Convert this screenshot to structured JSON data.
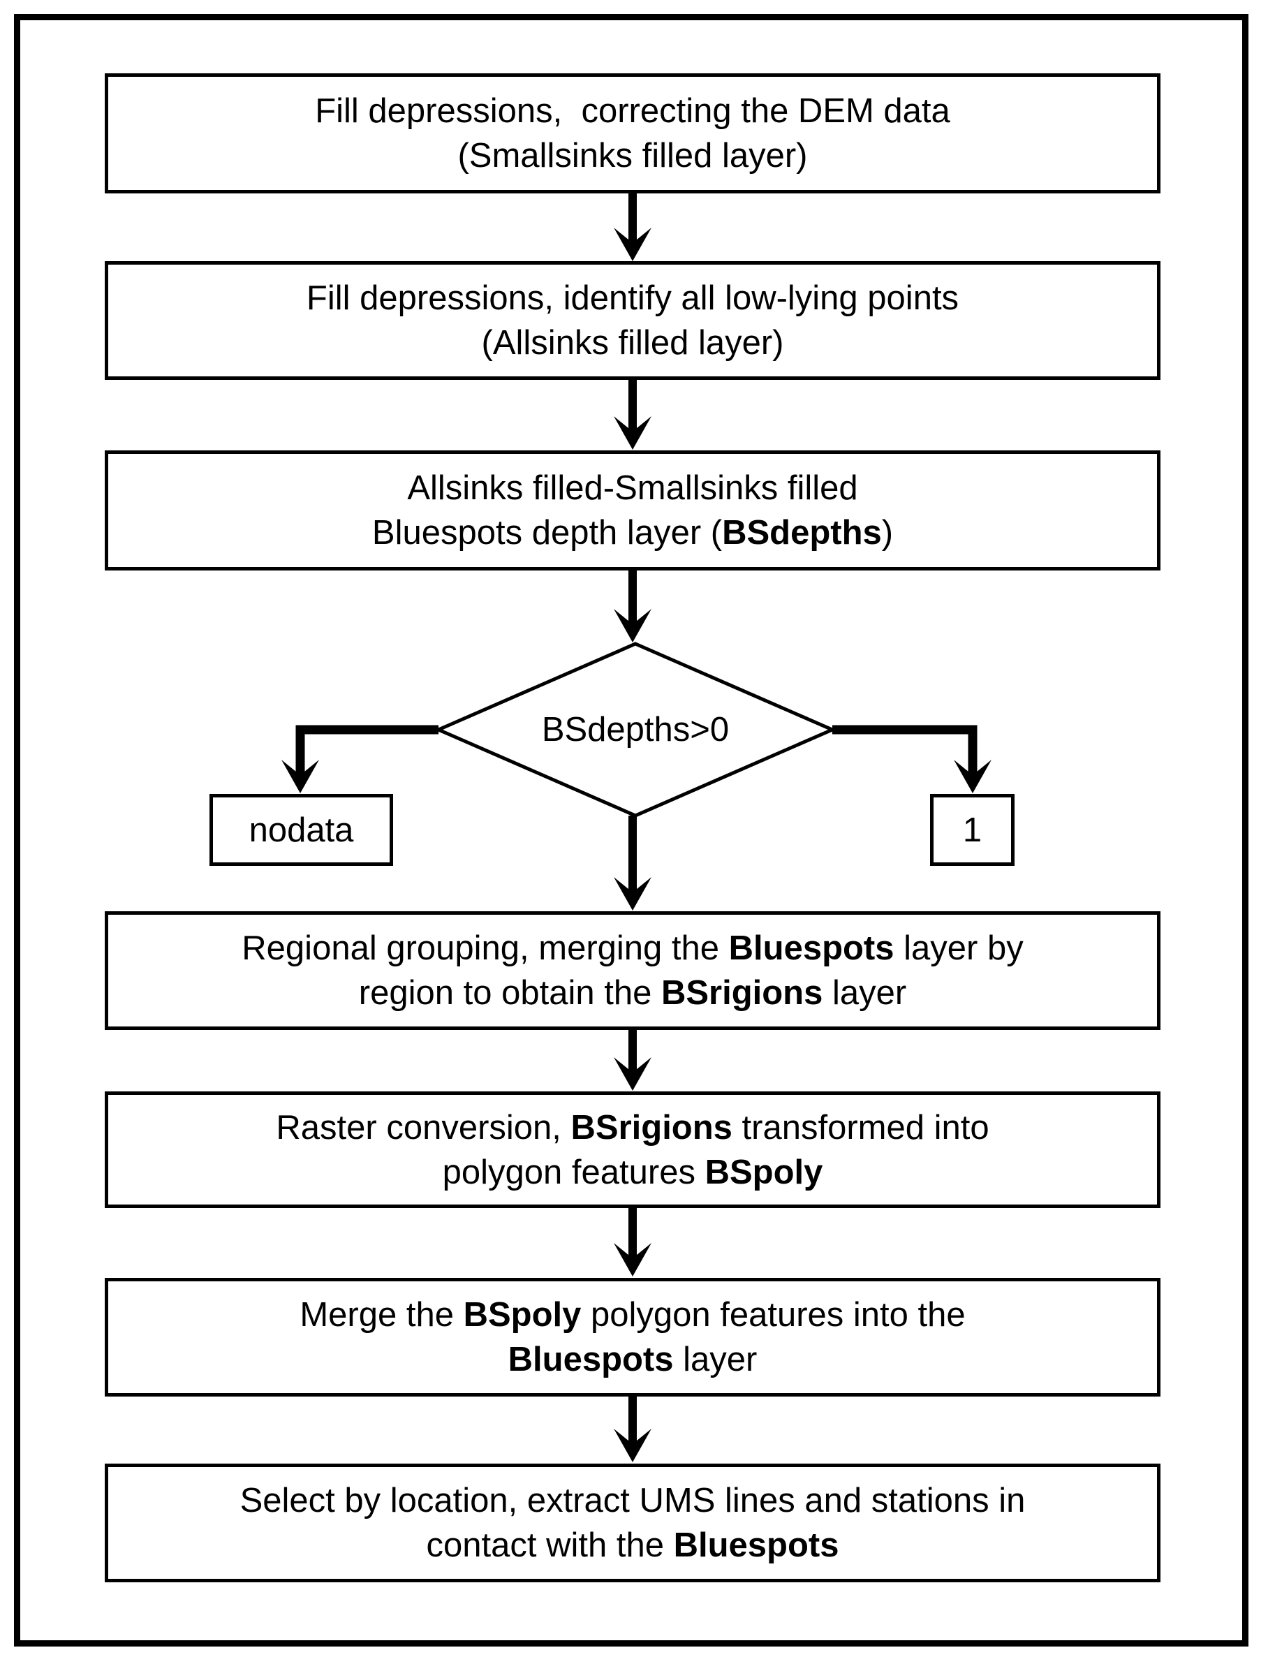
{
  "page": {
    "background_color": "#ffffff",
    "line_color": "#000000"
  },
  "flowchart": {
    "steps": [
      {
        "name": "fill-smallsinks",
        "lines": [
          [
            {
              "t": "Fill depressions,  correcting the DEM data"
            }
          ],
          [
            {
              "t": "(Smallsinks filled layer)"
            }
          ]
        ]
      },
      {
        "name": "fill-allsinks",
        "lines": [
          [
            {
              "t": "Fill depressions, identify all low-lying points"
            }
          ],
          [
            {
              "t": "(Allsinks filled layer)"
            }
          ]
        ]
      },
      {
        "name": "bsdepths-layer",
        "lines": [
          [
            {
              "t": "Allsinks filled-Smallsinks filled"
            }
          ],
          [
            {
              "t": "Bluespots depth layer ("
            },
            {
              "t": "BSdepths",
              "b": true
            },
            {
              "t": ")"
            }
          ]
        ]
      },
      {
        "name": "regional-grouping",
        "lines": [
          [
            {
              "t": "Regional grouping, merging the "
            },
            {
              "t": "Bluespots",
              "b": true
            },
            {
              "t": " layer by"
            }
          ],
          [
            {
              "t": "region to obtain the "
            },
            {
              "t": "BSrigions",
              "b": true
            },
            {
              "t": " layer"
            }
          ]
        ]
      },
      {
        "name": "raster-conversion",
        "lines": [
          [
            {
              "t": "Raster conversion, "
            },
            {
              "t": "BSrigions",
              "b": true
            },
            {
              "t": " transformed into"
            }
          ],
          [
            {
              "t": "polygon features "
            },
            {
              "t": "BSpoly",
              "b": true
            }
          ]
        ]
      },
      {
        "name": "merge-bspoly",
        "lines": [
          [
            {
              "t": "Merge the "
            },
            {
              "t": "BSpoly",
              "b": true
            },
            {
              "t": " polygon features into the"
            }
          ],
          [
            {
              "t": "Bluespots",
              "b": true
            },
            {
              "t": " layer"
            }
          ]
        ]
      },
      {
        "name": "select-by-location",
        "lines": [
          [
            {
              "t": "Select by location, extract UMS lines and stations in"
            }
          ],
          [
            {
              "t": "contact with the "
            },
            {
              "t": "Bluespots",
              "b": true
            }
          ]
        ]
      }
    ],
    "decision": {
      "label": "BSdepths>0"
    },
    "outcomes": {
      "false_value": "nodata",
      "true_value": "1"
    }
  }
}
